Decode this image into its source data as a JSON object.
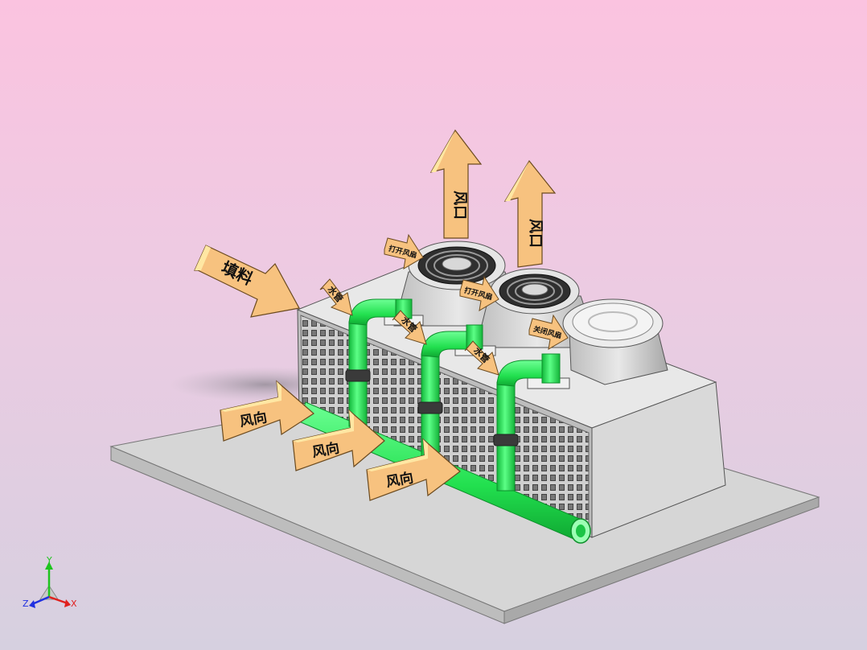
{
  "labels": {
    "filler": "填料",
    "wind_direction": "风向",
    "exhaust": "风口",
    "water_pipe": "水管",
    "fan_open": "打开风扇",
    "fan_closed": "关闭风扇"
  },
  "axes": {
    "x": "X",
    "y": "Y",
    "z": "Z"
  },
  "colors": {
    "background_top": "#fbc3e0",
    "background_bottom": "#d6d0e0",
    "arrow_fill": "#f7c27f",
    "pipe": "#22e04f",
    "body": "#e6e6e6",
    "base": "#d4d4d4"
  }
}
